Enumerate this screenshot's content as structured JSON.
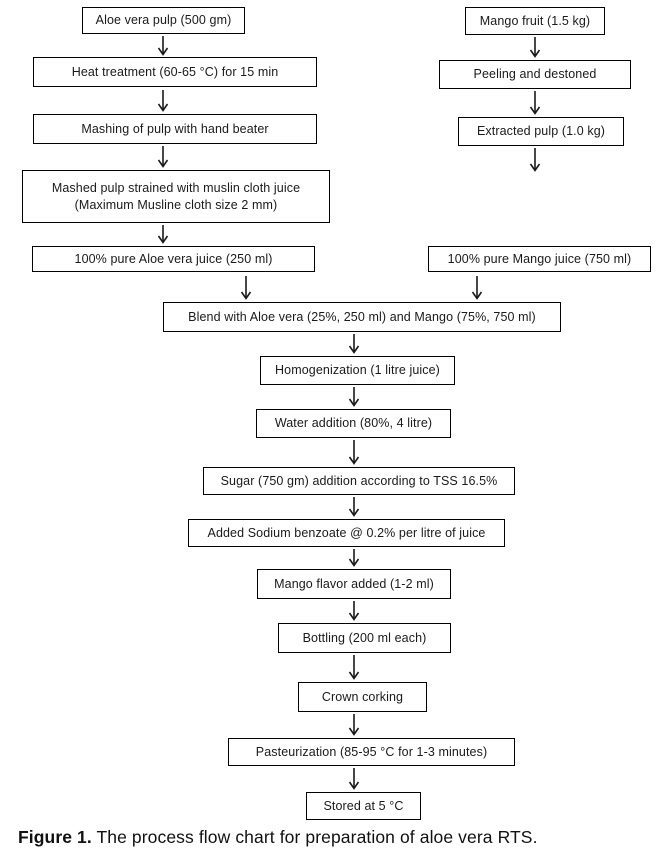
{
  "colors": {
    "line": "#1a1a1a",
    "text": "#1a1a1a",
    "background": "#ffffff"
  },
  "figure_caption": {
    "label": "Figure 1.",
    "text": " The process flow chart for preparation of aloe vera RTS."
  },
  "nodes": {
    "aloe_pulp": {
      "label": "Aloe vera pulp (500 gm)"
    },
    "heat_treatment": {
      "label": "Heat treatment (60-65 °C) for 15 min"
    },
    "mashing": {
      "label": "Mashing of pulp with hand beater"
    },
    "mashed_strained": {
      "line1": "Mashed pulp strained with muslin cloth juice",
      "line2": "(Maximum Musline cloth size 2 mm)"
    },
    "aloe_juice": {
      "label": "100% pure Aloe vera juice (250 ml)"
    },
    "mango_fruit": {
      "label": "Mango fruit (1.5 kg)"
    },
    "peeling": {
      "label": "Peeling and destoned"
    },
    "extracted_pulp": {
      "label": "Extracted pulp (1.0 kg)"
    },
    "mango_juice": {
      "label": "100% pure Mango juice (750 ml)"
    },
    "blend": {
      "label": "Blend with Aloe vera (25%, 250 ml) and Mango (75%, 750 ml)"
    },
    "homogenization": {
      "label": "Homogenization (1 litre juice)"
    },
    "water_addition": {
      "label": "Water addition (80%, 4 litre)"
    },
    "sugar_addition": {
      "label": "Sugar (750 gm) addition according to TSS 16.5%"
    },
    "sodium_benzoate": {
      "label": "Added Sodium benzoate @ 0.2% per litre of juice"
    },
    "mango_flavor": {
      "label": "Mango flavor added (1-2 ml)"
    },
    "bottling": {
      "label": "Bottling (200 ml each)"
    },
    "crown_corking": {
      "label": "Crown corking"
    },
    "pasteurization": {
      "label": "Pasteurization (85-95 °C for 1-3 minutes)"
    },
    "stored": {
      "label": "Stored at 5 °C"
    }
  }
}
